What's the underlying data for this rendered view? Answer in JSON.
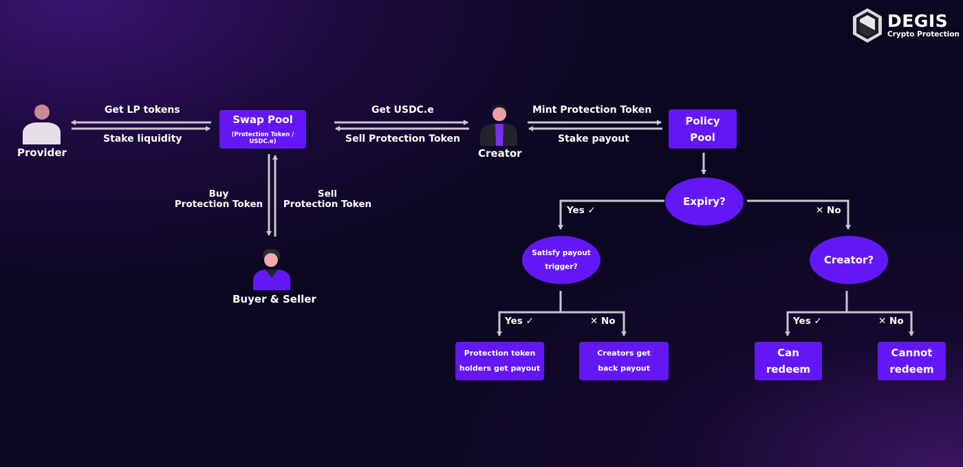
{
  "logo": {
    "title": "DEGIS",
    "subtitle": "Crypto Protection",
    "icon": "shield-icon"
  },
  "actors": {
    "provider": "Provider",
    "creator": "Creator",
    "buyer_seller": "Buyer & Seller"
  },
  "nodes": {
    "swap_pool": {
      "title": "Swap Pool",
      "subtitle": "(Protection Token / USDC.e)"
    },
    "policy_pool": {
      "line1": "Policy",
      "line2": "Pool"
    },
    "expiry": "Expiry?",
    "satisfy_line1": "Satisfy payout",
    "satisfy_line2": "trigger?",
    "creator_q": "Creator?",
    "holders_line1": "Protection token",
    "holders_line2": "holders get payout",
    "creators_line1": "Creators get",
    "creators_line2": "back payout",
    "can_line1": "Can",
    "can_line2": "redeem",
    "cannot_line1": "Cannot",
    "cannot_line2": "redeem"
  },
  "edges": {
    "get_lp": "Get LP tokens",
    "stake_liquidity": "Stake liquidity",
    "get_usdc": "Get USDC.e",
    "sell_protection": "Sell Protection Token",
    "mint_protection": "Mint Protection Token",
    "stake_payout": "Stake payout",
    "buy_line1": "Buy",
    "buy_line2": "Protection Token",
    "sell_line1": "Sell",
    "sell_line2": "Protection Token",
    "yes": "Yes",
    "no": "No",
    "check_glyph": "✓",
    "cross_glyph": "✕"
  },
  "colors": {
    "accent": "#6417f5",
    "line": "#c9c6cf",
    "background": "#0b0720",
    "person_skin": "#e8a0a4",
    "person_dark": "#2a2a36"
  }
}
